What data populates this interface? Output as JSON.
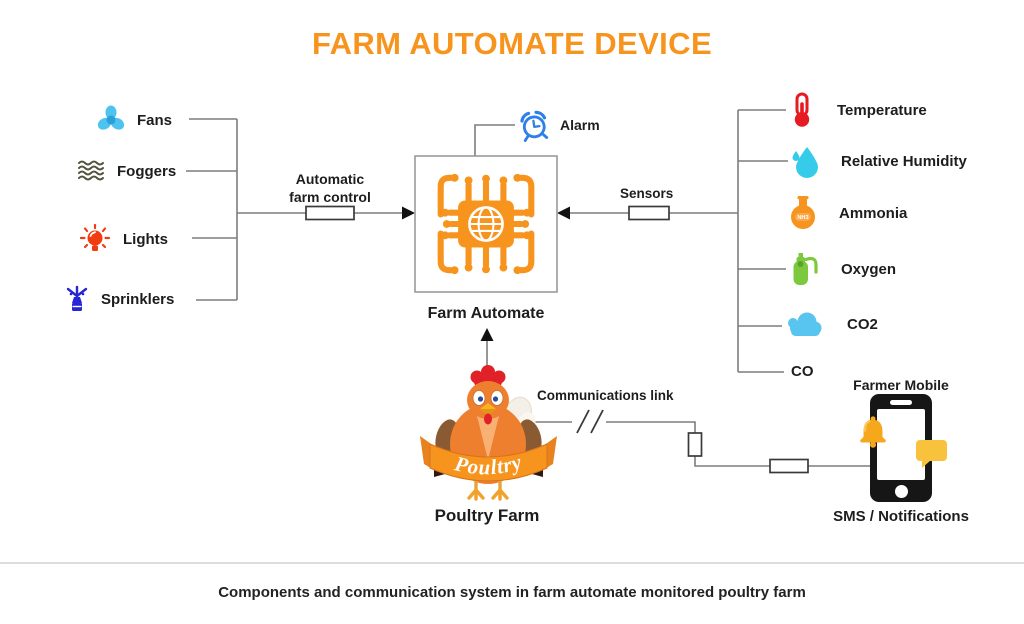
{
  "title": "FARM AUTOMATE DEVICE",
  "caption": "Components and communication system in farm automate monitored poultry farm",
  "colors": {
    "accent": "#F7941E",
    "line": "#7d7d7d"
  },
  "device": {
    "label": "Farm Automate",
    "alarm_label": "Alarm"
  },
  "actuators": {
    "link_label_line1": "Automatic",
    "link_label_line2": "farm control",
    "items": [
      {
        "label": "Fans",
        "icon": "fan-icon"
      },
      {
        "label": "Foggers",
        "icon": "fogger-icon"
      },
      {
        "label": "Lights",
        "icon": "light-icon"
      },
      {
        "label": "Sprinklers",
        "icon": "sprinkler-icon"
      }
    ]
  },
  "sensors": {
    "link_label": "Sensors",
    "items": [
      {
        "label": "Temperature",
        "icon": "thermometer-icon"
      },
      {
        "label": "Relative Humidity",
        "icon": "water-drop-icon"
      },
      {
        "label": "Ammonia",
        "icon": "flask-icon",
        "badge": "NH3"
      },
      {
        "label": "Oxygen",
        "icon": "oxygen-tank-icon"
      },
      {
        "label": "CO2",
        "icon": "cloud-icon"
      },
      {
        "label": "CO",
        "icon": ""
      }
    ]
  },
  "farm": {
    "ribbon_text": "Poultry",
    "label": "Poultry Farm",
    "comm_link_label": "Communications link"
  },
  "mobile": {
    "title": "Farmer Mobile",
    "subtitle": "SMS / Notifications"
  }
}
